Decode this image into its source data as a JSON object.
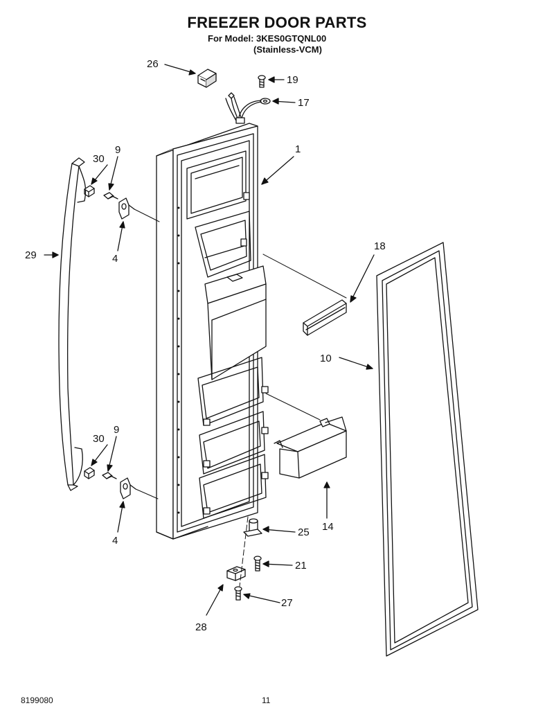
{
  "header": {
    "title": "FREEZER DOOR PARTS",
    "model_line": "For Model: 3KES0GTQNL00",
    "finish_line": "(Stainless-VCM)"
  },
  "footer": {
    "doc_number": "8199080",
    "page_number": "11"
  },
  "callouts": {
    "c26": "26",
    "c19": "19",
    "c17": "17",
    "c1": "1",
    "c30a": "30",
    "c9a": "9",
    "c4a": "4",
    "c29": "29",
    "c18": "18",
    "c10": "10",
    "c30b": "30",
    "c9b": "9",
    "c4b": "4",
    "c25": "25",
    "c14": "14",
    "c21": "21",
    "c27": "27",
    "c28": "28"
  }
}
